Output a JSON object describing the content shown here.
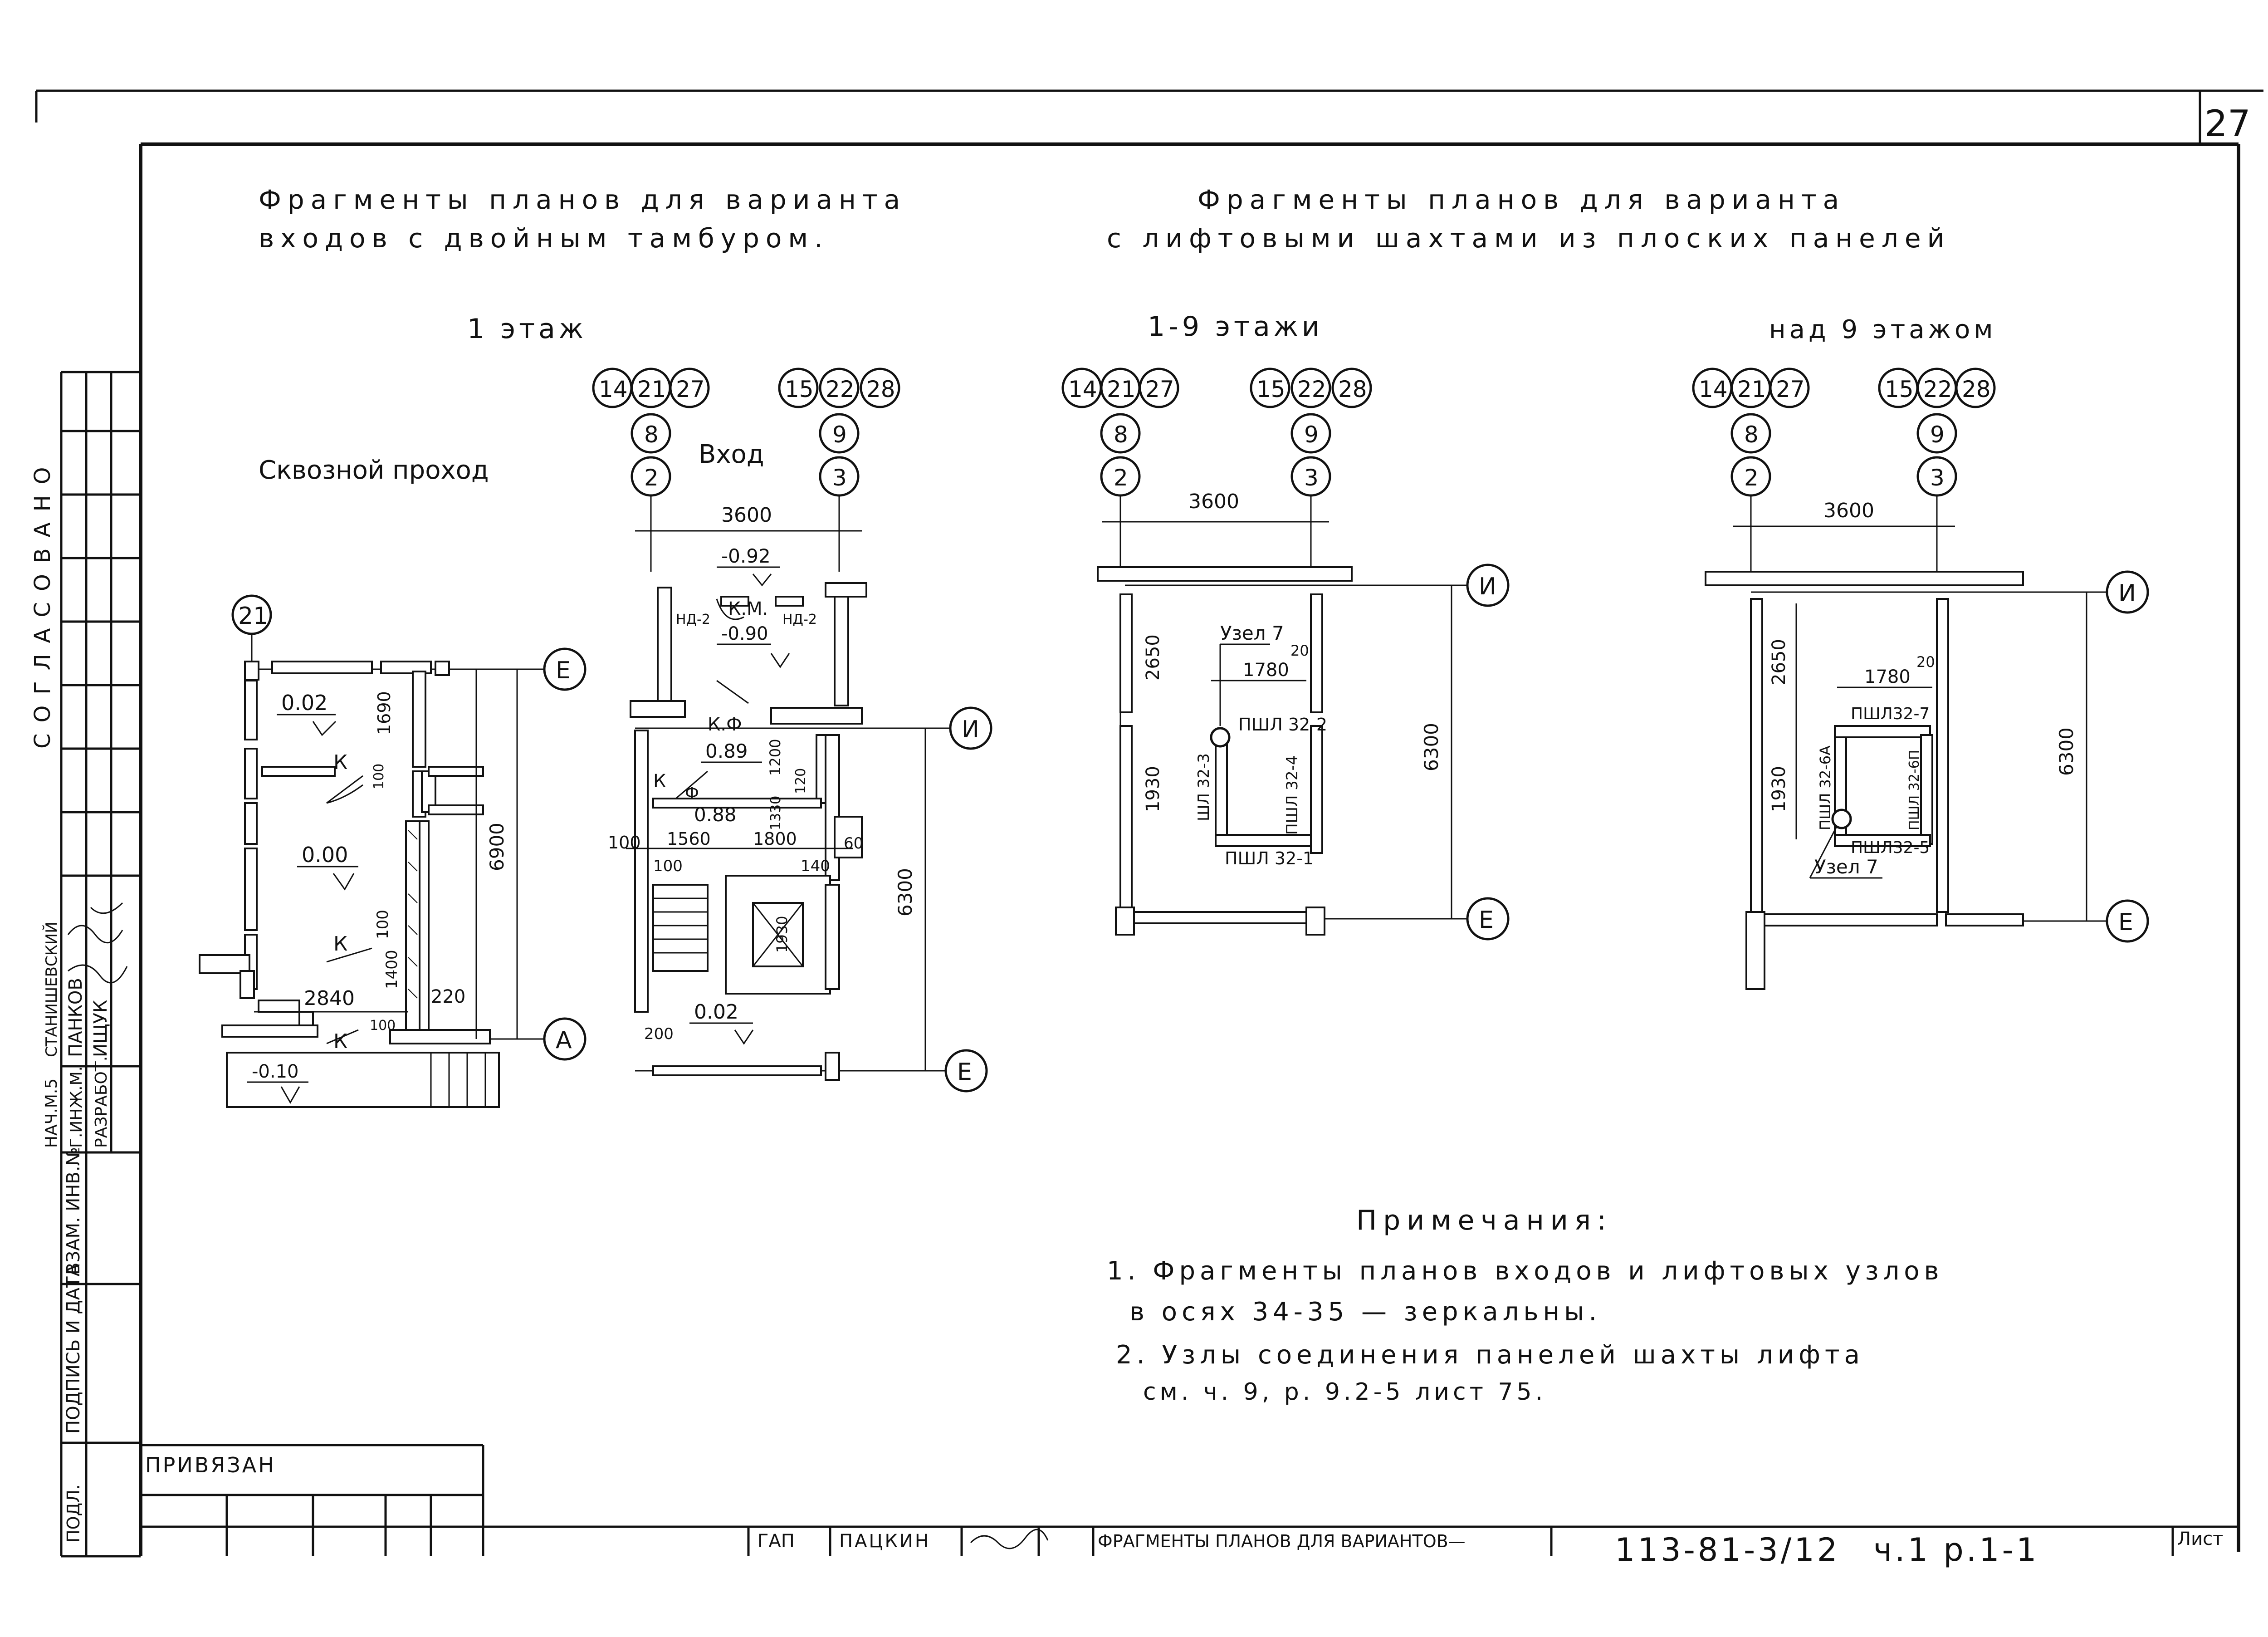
{
  "page": {
    "sheet_number": "27",
    "title_left": [
      "Фрагменты планов для варианта",
      "входов с двойным тамбуром."
    ],
    "title_right": [
      "Фрагменты планов для варианта",
      "с лифтовыми шахтами из плоских панелей"
    ]
  },
  "plans": {
    "floor1_label": "1 этаж",
    "floors1_9_label": "1-9 этажи",
    "above9_label": "над 9 этажом",
    "pass_label": "Сквозной проход",
    "entry_label": "Вход",
    "axes": {
      "a21": "21",
      "a14": "14",
      "a27": "27",
      "a15": "15",
      "a22": "22",
      "a28": "28",
      "a8": "8",
      "a9": "9",
      "a2": "2",
      "a3": "3",
      "E": "Е",
      "A": "А",
      "I": "И"
    },
    "dims": {
      "d3600": "3600",
      "d6900": "6900",
      "d6300": "6300",
      "d1690": "1690",
      "d100": "100",
      "d1400": "1400",
      "d2840": "2840",
      "d220": "220",
      "d1200": "1200",
      "d120": "120",
      "d1330": "1330",
      "d1560": "1560",
      "d1800": "1800",
      "d60": "60",
      "d140": "140",
      "d1930": "1930",
      "d200": "200",
      "d2650": "2650",
      "d1780": "1780",
      "d20": "20"
    },
    "levels": {
      "l002": "0.02",
      "l000": "0.00",
      "l010": "-0.10",
      "l092": "-0.92",
      "l090": "-0.90",
      "l089": "0.89",
      "l088": "0.88"
    },
    "marks": {
      "K": "К",
      "KM": "К.М.",
      "KF": "К.Ф",
      "F": "Ф",
      "ND2": "НД-2",
      "uzel7": "Узел 7",
      "p322": "ПШЛ 32-2",
      "p323": "ШЛ 32-3",
      "p324": "ПШЛ 32-4",
      "p321": "ПШЛ 32-1",
      "p327": "ПШЛ32-7",
      "p326a": "ПШЛ 32-6А",
      "p326n": "ПШЛ 32-6П",
      "p325": "ПШЛ32-5"
    }
  },
  "notes": {
    "heading": "Примечания:",
    "n1a": "1. Фрагменты планов входов и лифтовых узлов",
    "n1b": "в осях 34-35 — зеркальны.",
    "n2a": "2. Узлы соединения панелей шахты лифта",
    "n2b": "см. ч. 9, р. 9.2-5 лист 75."
  },
  "stamp": {
    "agreed": "СОГЛАСОВАНО",
    "signatures": [
      {
        "role": "НАЧ.М.5",
        "name": "СТАНИШЕВСКИЙ"
      },
      {
        "role": "Г.ИНЖ.М.",
        "name": "ПАНКОВ"
      },
      {
        "role": "РАЗРАБОТ.",
        "name": "ИЩУК"
      }
    ],
    "vzam_inv": "ВЗАМ. ИНВ.№",
    "sign_date": "ПОДПИСЬ И ДАТА",
    "podl": "ПОДЛ.",
    "privyazan": "ПРИВЯЗАН",
    "gap": "ГАП",
    "gap_name": "ПАЦКИН",
    "sheet_title": "ФРАГМЕНТЫ ПЛАНОВ ДЛЯ ВАРИАНТОВ—",
    "doc_code": "113-81-3/12",
    "part": "ч.1 р.1-1",
    "list_label": "Лист"
  }
}
